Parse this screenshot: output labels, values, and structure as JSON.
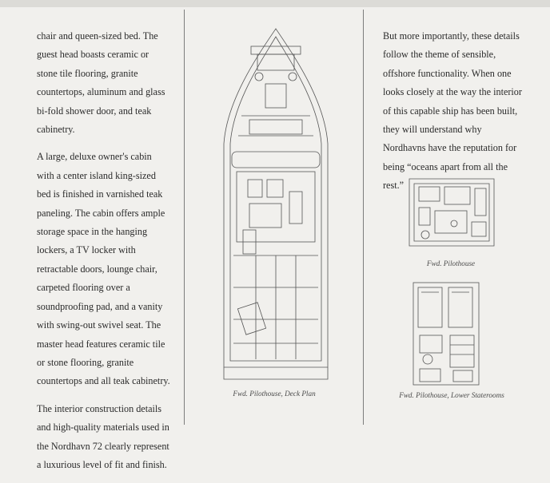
{
  "column1": {
    "paragraphs": [
      "chair and queen-sized bed. The guest head boasts ceramic or stone tile flooring, granite countertops, aluminum and glass bi-fold shower door, and teak cabinetry.",
      "A large, deluxe owner's cabin with a center island king-sized bed is finished in varnished teak paneling. The cabin offers ample storage space in the hanging lockers, a TV locker with retractable doors, lounge chair, carpeted flooring over a soundproofing pad, and a vanity with swing-out swivel seat. The master head features ceramic tile or stone flooring, granite countertops and all teak cabinetry.",
      "The interior construction details and high-quality materials used in the Nordhavn 72 clearly represent a luxurious level of fit and finish."
    ]
  },
  "column3": {
    "paragraphs": [
      "But more importantly, these details follow the theme of sensible, offshore functionality. When one looks closely at the way the interior of this capable ship has been built, they will understand why Nordhavns have the reputation for being “oceans apart from all the rest.”"
    ]
  },
  "captions": {
    "deck_plan": "Fwd. Pilothouse, Deck Plan",
    "pilothouse": "Fwd. Pilothouse",
    "lower_staterooms": "Fwd. Pilothouse, Lower Staterooms"
  }
}
